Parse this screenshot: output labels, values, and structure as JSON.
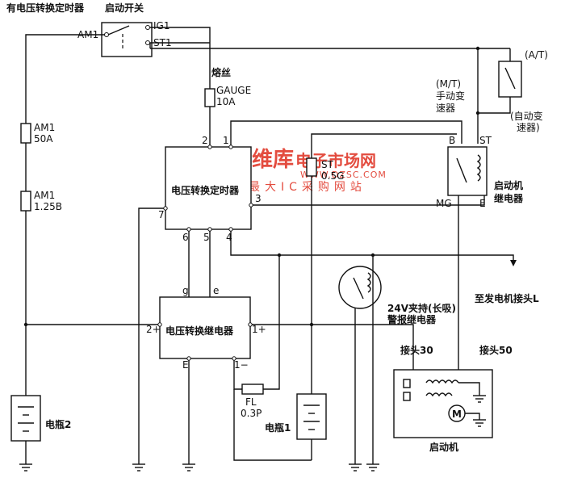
{
  "labels": {
    "timer_title": "有电压转换定时器",
    "start_switch": "启动开关",
    "am1_top": "AM1",
    "ig1": "IG1",
    "st1": "ST1",
    "fuse_label": "熔丝",
    "gauge": "GAUGE",
    "gauge_amp": "10A",
    "at": "(A/T)",
    "mt": "(M/T)",
    "mt_name_1": "手动变",
    "mt_name_2": "速器",
    "at_name_1": "(自动变",
    "at_name_2": "速器)",
    "am1_50a_name": "AM1",
    "am1_50a_val": "50A",
    "am1_125b_name": "AM1",
    "am1_125b_val": "1.25B",
    "converter_timer": "电压转换定时器",
    "st_fuse_name": "ST",
    "st_fuse_val": "0.5G",
    "starter_relay_1": "启动机",
    "starter_relay_2": "继电器",
    "relay_b": "B",
    "relay_st": "ST",
    "relay_mg": "MG",
    "relay_e": "E",
    "pin_2": "2",
    "pin_1": "1",
    "pin_3": "3",
    "pin_7": "7",
    "pin_6": "6",
    "pin_5": "5",
    "pin_4": "4",
    "gen_terminal": "至发电机接头L",
    "hold_relay_1": "24V夹持(长吸)",
    "hold_relay_2": "警报继电器",
    "terminal_30": "接头30",
    "terminal_50": "接头50",
    "pin_g": "g",
    "pin_e": "e",
    "converter_relay": "电压转换继电器",
    "pin_2plus": "2+",
    "pin_1plus": "1+",
    "pin_E": "E",
    "pin_1minus": "1−",
    "fl_name": "FL",
    "fl_val": "0.3P",
    "battery2": "电瓶2",
    "battery1": "电瓶1",
    "starter": "启动机",
    "motor": "M"
  },
  "watermark": {
    "brand": "维库",
    "brand2": "电子市场网",
    "url": "WWW.DZSC.COM",
    "slogan": "全球最大IC采购网站",
    "color": "#e0392b"
  }
}
